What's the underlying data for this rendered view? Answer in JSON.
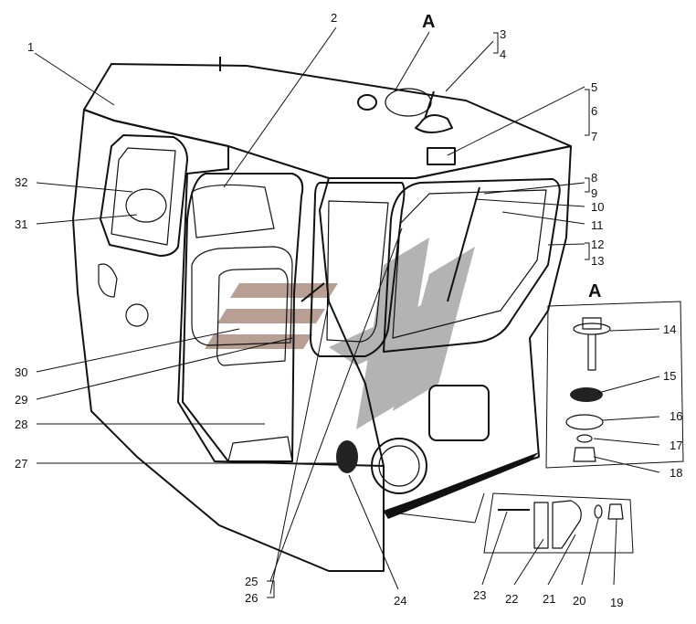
{
  "view_labels": {
    "main": "A",
    "inset": "A"
  },
  "callouts": {
    "c1": "1",
    "c2": "2",
    "c3": "3",
    "c4": "4",
    "c5": "5",
    "c6": "6",
    "c7": "7",
    "c8": "8",
    "c9": "9",
    "c10": "10",
    "c11": "11",
    "c12": "12",
    "c13": "13",
    "c14": "14",
    "c15": "15",
    "c16": "16",
    "c17": "17",
    "c18": "18",
    "c19": "19",
    "c20": "20",
    "c21": "21",
    "c22": "22",
    "c23": "23",
    "c24": "24",
    "c25": "25",
    "c26": "26",
    "c27": "27",
    "c28": "28",
    "c29": "29",
    "c30": "30",
    "c31": "31",
    "c32": "32"
  },
  "colors": {
    "line": "#111111",
    "watermark_gray": "#9a9a9a",
    "watermark_brown": "#a08070",
    "background": "#ffffff"
  }
}
